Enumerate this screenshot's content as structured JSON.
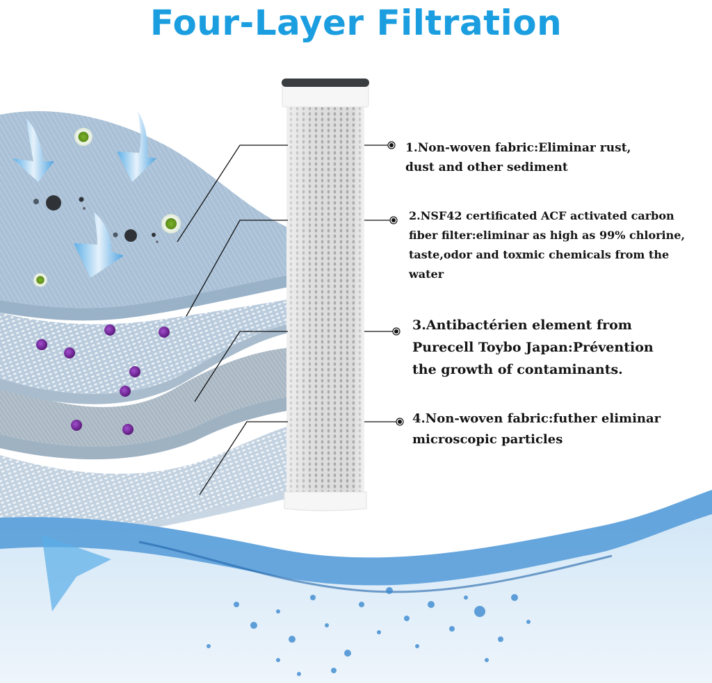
{
  "title": "Four-Layer Filtration",
  "colors": {
    "title": "#1b9ee0",
    "text": "#141414",
    "layer": "#a9c0d6",
    "water": "#2f7fc6",
    "contaminant_purple": "#7a2fa0",
    "contaminant_green": "#6a9c1e"
  },
  "callouts": [
    {
      "number": 1,
      "lines": [
        "1.Non-woven fabric:Eliminar rust,",
        "dust and other sediment"
      ]
    },
    {
      "number": 2,
      "lines": [
        "2.NSF42 certificated ACF activated carbon",
        "fiber filter:eliminar as high as 99% chlorine,",
        "taste,odor and toxmic chemicals from the",
        "water"
      ]
    },
    {
      "number": 3,
      "lines": [
        "3.Antibactérien element from",
        "Purecell Toybo Japan:Prévention",
        "the growth of contaminants."
      ]
    },
    {
      "number": 4,
      "lines": [
        "4.Non-woven fabric:futher eliminar",
        "microscopic particles"
      ]
    }
  ],
  "illustration": {
    "filter_cartridge": "carbon-fiber-filter-cartridge",
    "layers": [
      "non-woven-fabric-layer",
      "acf-carbon-layer",
      "antibacterial-layer",
      "non-woven-fabric-layer"
    ],
    "icons": [
      "water-flow-arrow-icon",
      "bacteria-icon",
      "sediment-particle-icon",
      "purple-particle-icon",
      "water-splash"
    ]
  }
}
